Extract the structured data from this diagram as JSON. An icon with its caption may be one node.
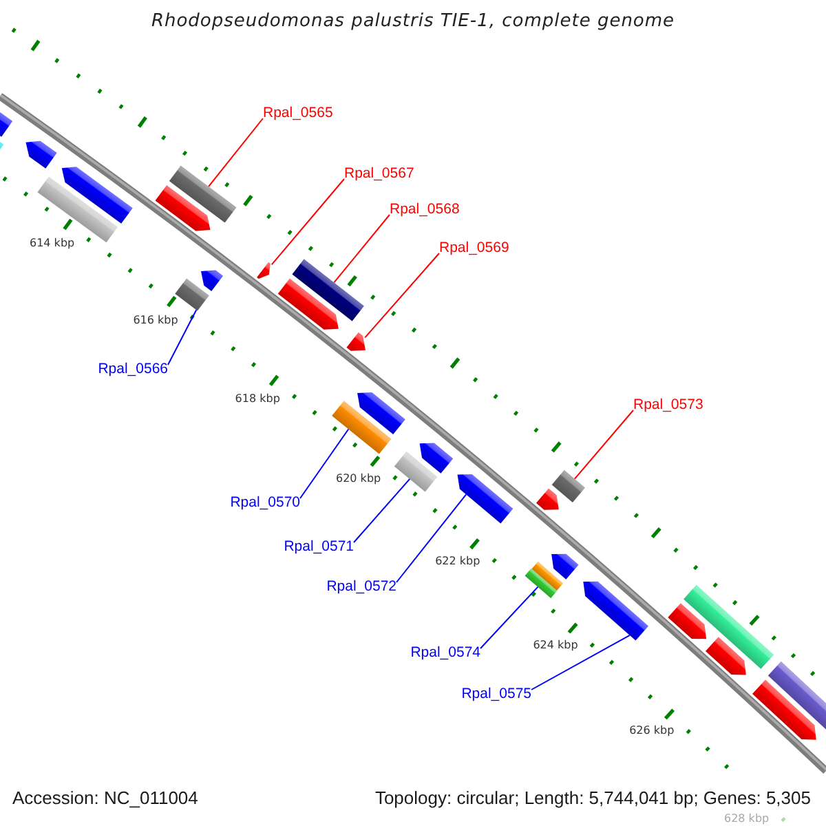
{
  "diagram": {
    "title": "Rhodopseudomonas palustris TIE-1, complete genome",
    "nodes": [
      {
        "text": [
          "Rpal_0565"
        ]
      },
      {
        "text": [
          "Rpal_0566"
        ]
      },
      {
        "text": [
          "Rpal_0567"
        ]
      },
      {
        "text": [
          "Rpal_0568"
        ]
      },
      {
        "text": [
          "Rpal_0569"
        ]
      },
      {
        "text": [
          "Rpal_0570"
        ]
      },
      {
        "text": [
          "Rpal_0571"
        ]
      },
      {
        "text": [
          "Rpal_0572"
        ]
      },
      {
        "text": [
          "Rpal_0573"
        ]
      },
      {
        "text": [
          "Rpal_0574"
        ]
      },
      {
        "text": [
          "Rpal_0575"
        ]
      },
      {
        "text": [],
        "shape": "bar"
      },
      {
        "text": [],
        "shape": "bar"
      },
      {
        "text": [],
        "shape": "bar"
      },
      {
        "text": [],
        "shape": "bar"
      },
      {
        "text": [],
        "shape": "bar"
      },
      {
        "text": [],
        "shape": "bar"
      },
      {
        "text": [],
        "shape": "bar"
      },
      {
        "text": [],
        "shape": "bar"
      },
      {
        "text": [],
        "shape": "bar"
      },
      {
        "text": [],
        "shape": "bar"
      },
      {
        "text": [],
        "shape": "bar"
      },
      {
        "text": [],
        "shape": "bar"
      },
      {
        "text": [],
        "shape": "bar"
      },
      {
        "text": [],
        "shape": "bar"
      },
      {
        "text": [],
        "shape": "bar"
      },
      {
        "text": [],
        "shape": "bar"
      },
      {
        "text": [],
        "shape": "bar"
      },
      {
        "text": [],
        "shape": "bar"
      },
      {
        "text": [],
        "shape": "bar"
      },
      {
        "text": [],
        "shape": "bar"
      },
      {
        "text": [],
        "shape": "bar"
      },
      {
        "text": [],
        "shape": "bar"
      },
      {
        "text": [],
        "shape": "bar"
      },
      {
        "text": [],
        "shape": "bar"
      },
      {
        "text": [],
        "shape": "bar"
      },
      {
        "text": [],
        "shape": "bar"
      },
      {
        "text": [],
        "shape": "bar"
      },
      {
        "text": [],
        "shape": "bar"
      },
      {
        "text": [],
        "shape": "bar"
      }
    ],
    "edges": [
      {
        "from": 0,
        "to": 17,
        "arrow": "none",
        "color": "#ff0000"
      },
      {
        "from": 1,
        "to": 18,
        "arrow": "none"
      },
      {
        "from": 2,
        "to": 20,
        "arrow": "none",
        "color": "#ff0000"
      },
      {
        "from": 3,
        "to": 22,
        "arrow": "none",
        "color": "#ff0000"
      },
      {
        "from": 4,
        "to": 23,
        "arrow": "none",
        "color": "#ff0000"
      },
      {
        "from": 5,
        "to": 24,
        "arrow": "none"
      },
      {
        "from": 6,
        "to": 26,
        "arrow": "none"
      },
      {
        "from": 7,
        "to": 28,
        "arrow": "none"
      },
      {
        "from": 8,
        "to": 30,
        "arrow": "none",
        "color": "#ff0000"
      },
      {
        "from": 9,
        "to": 31,
        "arrow": "none"
      },
      {
        "from": 10,
        "to": 34,
        "arrow": "none"
      }
    ],
    "labels": [
      "614 kbp",
      "616 kbp",
      "618 kbp",
      "620 kbp",
      "622 kbp",
      "624 kbp",
      "626 kbp",
      "628 kbp",
      "Accession: NC_011004",
      "Topology: circular; Length: 5,744,041 bp; Genes: 5,305"
    ]
  }
}
